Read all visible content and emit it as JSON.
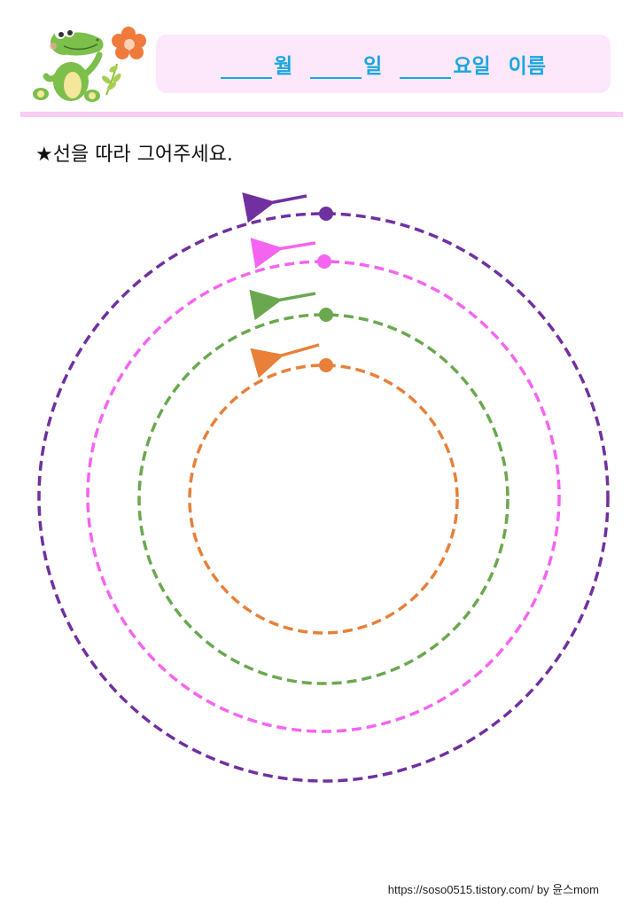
{
  "header": {
    "fields": [
      {
        "label": "월"
      },
      {
        "label": "일"
      },
      {
        "label": "요일"
      },
      {
        "label": "이름"
      }
    ]
  },
  "instruction": {
    "text": "★선을 따라 그어주세요."
  },
  "tracing_circles": [
    {
      "name": "outer-purple",
      "color": "#7030a0"
    },
    {
      "name": "pink",
      "color": "#f564f0"
    },
    {
      "name": "green",
      "color": "#6aa84f"
    },
    {
      "name": "inner-orange",
      "color": "#e8803a"
    }
  ],
  "footer": {
    "credit": "https://soso0515.tistory.com/ by 윤스mom"
  }
}
